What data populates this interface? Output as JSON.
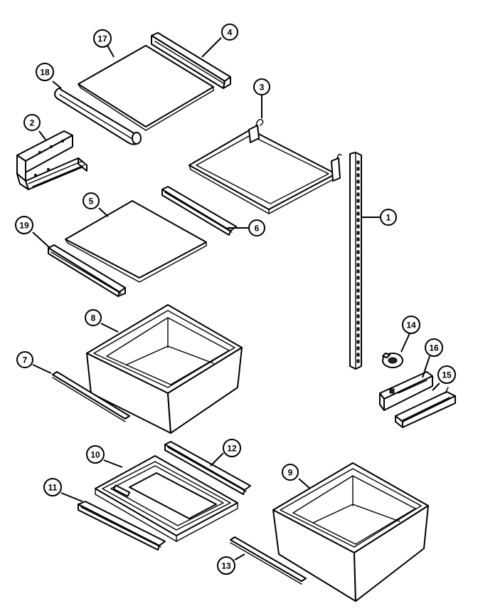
{
  "callouts": [
    {
      "id": "c1",
      "number": "1"
    },
    {
      "id": "c2",
      "number": "2"
    },
    {
      "id": "c3",
      "number": "3"
    },
    {
      "id": "c4",
      "number": "4"
    },
    {
      "id": "c5",
      "number": "5"
    },
    {
      "id": "c6",
      "number": "6"
    },
    {
      "id": "c7",
      "number": "7"
    },
    {
      "id": "c8",
      "number": "8"
    },
    {
      "id": "c9",
      "number": "9"
    },
    {
      "id": "c10",
      "number": "10"
    },
    {
      "id": "c11",
      "number": "11"
    },
    {
      "id": "c12",
      "number": "12"
    },
    {
      "id": "c13",
      "number": "13"
    },
    {
      "id": "c14",
      "number": "14"
    },
    {
      "id": "c15",
      "number": "15"
    },
    {
      "id": "c16",
      "number": "16"
    },
    {
      "id": "c17",
      "number": "17"
    },
    {
      "id": "c18",
      "number": "18"
    },
    {
      "id": "c19",
      "number": "19"
    }
  ]
}
